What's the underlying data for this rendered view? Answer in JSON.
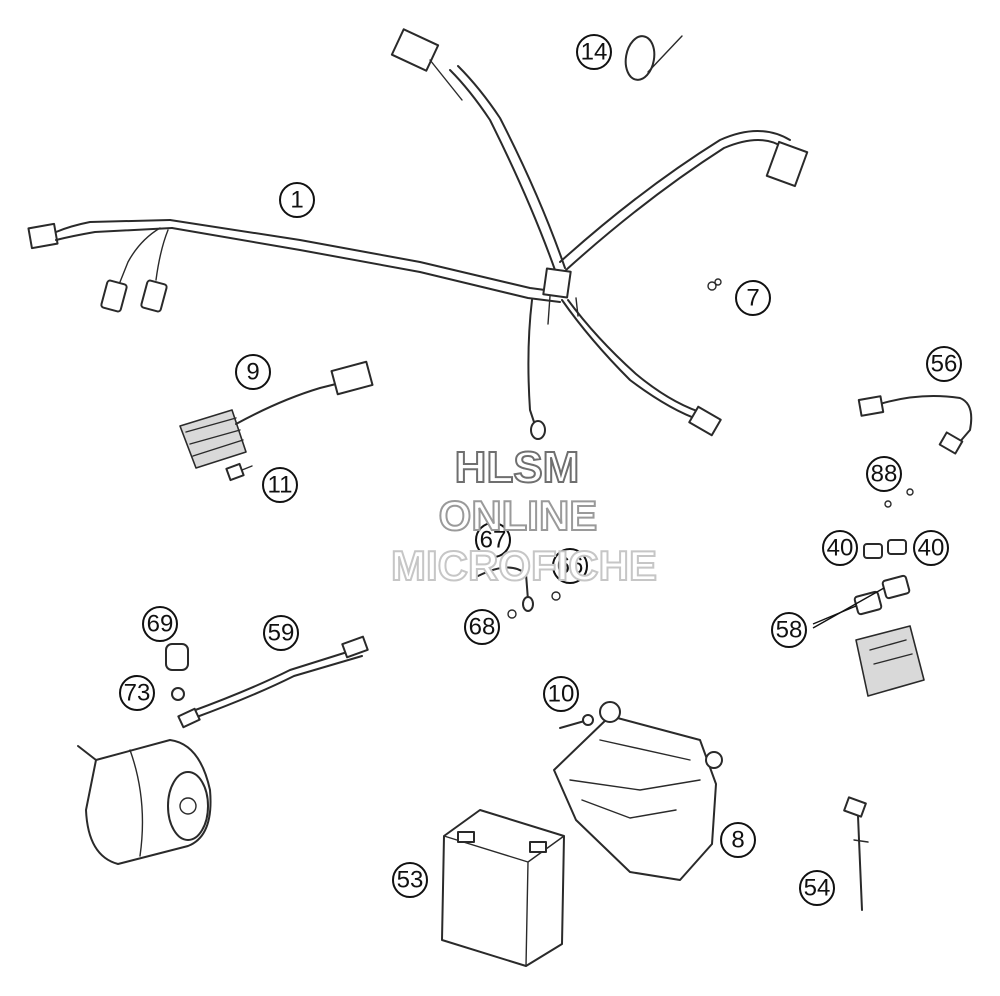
{
  "callouts": [
    {
      "id": "c1",
      "label": "1"
    },
    {
      "id": "c14",
      "label": "14"
    },
    {
      "id": "c7",
      "label": "7"
    },
    {
      "id": "c9",
      "label": "9"
    },
    {
      "id": "c11",
      "label": "11"
    },
    {
      "id": "c56",
      "label": "56"
    },
    {
      "id": "c88",
      "label": "88"
    },
    {
      "id": "c40a",
      "label": "40"
    },
    {
      "id": "c40b",
      "label": "40"
    },
    {
      "id": "c58",
      "label": "58"
    },
    {
      "id": "c67",
      "label": "67"
    },
    {
      "id": "c66",
      "label": "66"
    },
    {
      "id": "c68",
      "label": "68"
    },
    {
      "id": "c69",
      "label": "69"
    },
    {
      "id": "c59",
      "label": "59"
    },
    {
      "id": "c73",
      "label": "73"
    },
    {
      "id": "c10",
      "label": "10"
    },
    {
      "id": "c8",
      "label": "8"
    },
    {
      "id": "c53",
      "label": "53"
    },
    {
      "id": "c54",
      "label": "54"
    }
  ],
  "watermark": {
    "line1": "HLSM",
    "line2": "ONLINE",
    "line3": "MICROFICHE"
  }
}
